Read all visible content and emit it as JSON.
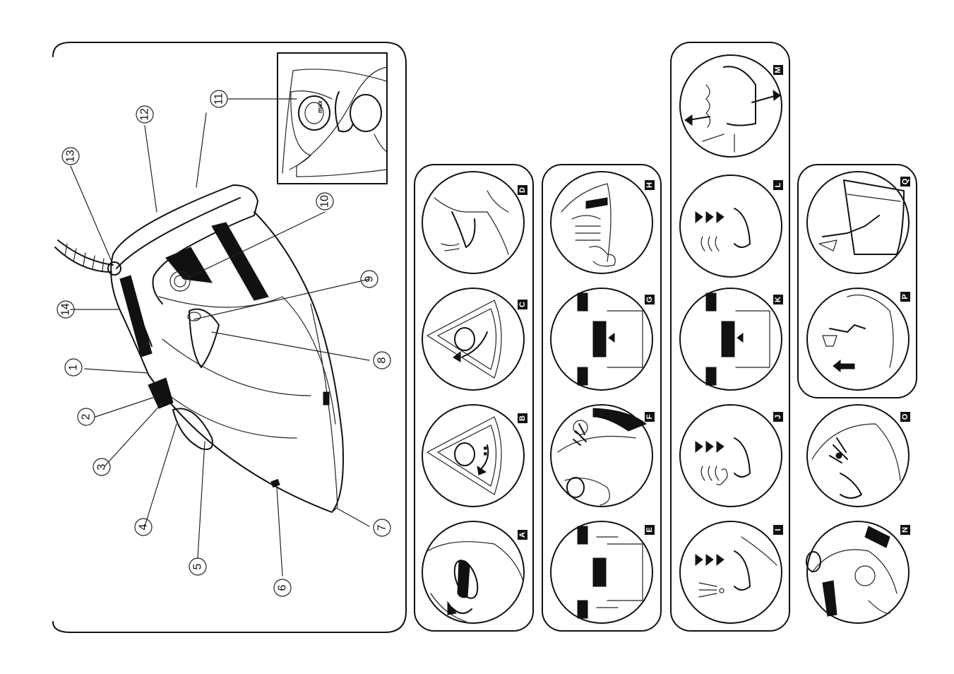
{
  "callouts": [
    "1",
    "2",
    "3",
    "4",
    "5",
    "6",
    "7",
    "8",
    "9",
    "10",
    "11",
    "12",
    "13",
    "14"
  ],
  "inset": {
    "cap_label": "max"
  },
  "steps": [
    "A",
    "B",
    "C",
    "D",
    "E",
    "F",
    "G",
    "H",
    "I",
    "J",
    "K",
    "L",
    "M",
    "N",
    "O",
    "P",
    "Q"
  ],
  "colors": {
    "ink": "#111111",
    "paper": "#ffffff"
  }
}
